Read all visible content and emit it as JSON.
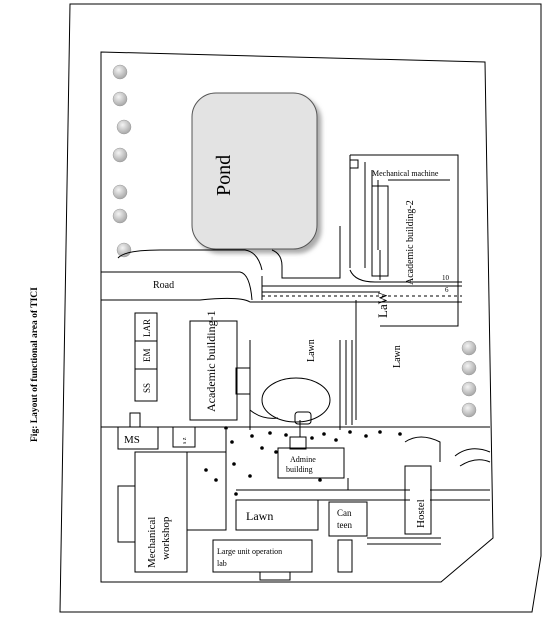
{
  "caption": "Fig: Layout of functional area of TICI",
  "labels": {
    "pond": "Pond",
    "road": "Road",
    "mechanical_machine": "Mechanical machine",
    "academic_building_2": "Academic building-2",
    "side_num_1": "10",
    "side_num_2": "6",
    "law": "LaW",
    "lar": "LAR",
    "em": "EM",
    "ss": "SS",
    "academic_building_1": "Academic building-1",
    "lawn_center": "Lawn",
    "lawn_right": "Lawn",
    "ms": "MS",
    "small_box": "s z",
    "admin_building_1": "Admine",
    "admin_building_2": "building",
    "mechanical_workshop_1": "Mechanical",
    "mechanical_workshop_2": "workshop",
    "lawn_bottom": "Lawn",
    "canteen_1": "Can",
    "canteen_2": "teen",
    "hostel": "Hostel",
    "large_unit_1": "Large unit operation",
    "large_unit_2": "lab"
  },
  "colors": {
    "pond_fill": "#e3e3e3",
    "tree_fill": "#c9c9c9",
    "line": "#000000"
  }
}
